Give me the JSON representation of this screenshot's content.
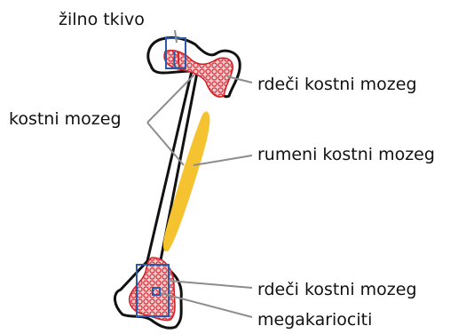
{
  "labels": {
    "top": "žilno tkivo",
    "left": "kostni mozeg",
    "red_marrow_upper": "rdeči kostni mozeg",
    "yellow_marrow": "rumeni kostni mozeg",
    "red_marrow_lower": "rdeči kostni mozeg",
    "megakaryocytes": "megakariociti"
  },
  "colors": {
    "bone_outline": "#111111",
    "bone_fill": "#ffffff",
    "red_marrow": "#d2232a",
    "red_marrow_fill": "#f3c9cc",
    "yellow_marrow": "#f6c330",
    "leader_line": "#8c8c8c",
    "highlight_box": "#2a5aa8",
    "vessel": "#2a5aa8"
  }
}
